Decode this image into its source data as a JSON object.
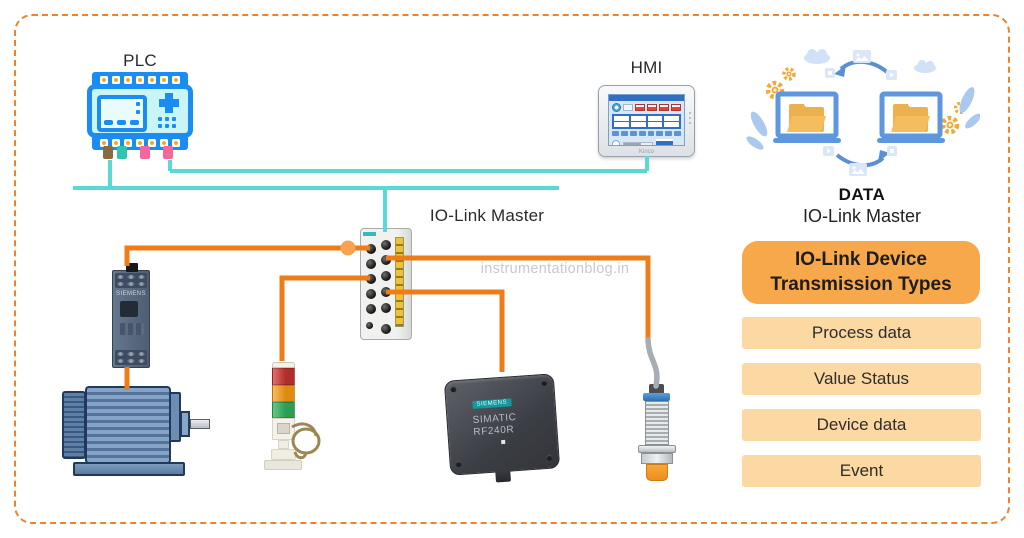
{
  "labels": {
    "plc": "PLC",
    "hmi": "HMI",
    "io_link_master": "IO-Link Master",
    "watermark": "instrumentationblog.in"
  },
  "devices": {
    "relay_brand": "SIEMENS",
    "rfid_brand": "SIEMENS",
    "rfid_model1": "SIMATIC",
    "rfid_model2": "RF240R",
    "hmi_brand": "Kinco"
  },
  "data_block": {
    "title": "DATA",
    "subtitle": "IO-Link Master"
  },
  "panel": {
    "header": "IO-Link Device Transmission Types",
    "items": [
      "Process data",
      "Value Status",
      "Device data",
      "Event"
    ]
  },
  "colors": {
    "border_orange": "#f08327",
    "bus_teal": "#58d9d6",
    "wire_orange": "#ee7d18",
    "junction_dot": "#f7a44e",
    "panel_header_bg": "#f6a84b",
    "panel_item_bg": "#fcd9a2",
    "plc_blue": "#1b8df2"
  }
}
